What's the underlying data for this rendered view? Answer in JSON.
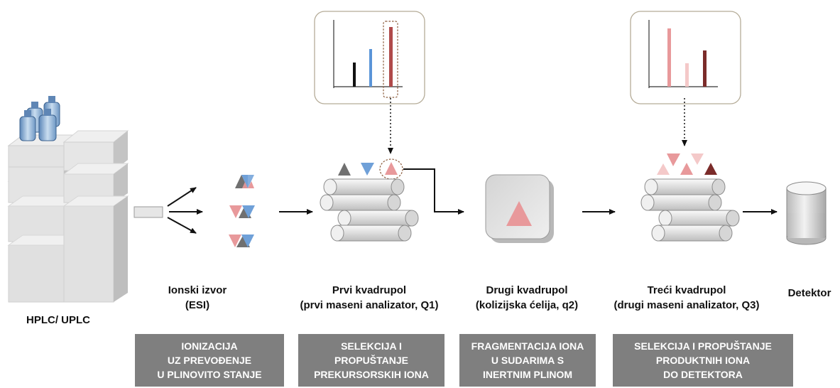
{
  "stages": {
    "hplc": {
      "label": "HPLC/ UPLC"
    },
    "ion_source": {
      "line1": "Ionski izvor",
      "line2": "(ESI)"
    },
    "q1": {
      "line1": "Prvi kvadrupol",
      "line2": "(prvi maseni analizator, Q1)"
    },
    "q2": {
      "line1": "Drugi kvadrupol",
      "line2": "(kolizijska ćelija, q2)"
    },
    "q3": {
      "line1": "Treći kvadrupol",
      "line2": "(drugi maseni analizator, Q3)"
    },
    "detector": {
      "label": "Detektor"
    }
  },
  "process_boxes": [
    {
      "lines": [
        "IONIZACIJA",
        "UZ PREVOĐENJE",
        "U PLINOVITO STANJE"
      ]
    },
    {
      "lines": [
        "SELEKCIJA I",
        "PROPUŠTANJE",
        "PREKURSORSKIH IONA"
      ]
    },
    {
      "lines": [
        "FRAGMENTACIJA IONA",
        "U SUDARIMA S",
        "INERTNIM PLINOM"
      ]
    },
    {
      "lines": [
        "SELEKCIJA I  PROPUŠTANJE",
        "PRODUKTNIH IONA",
        "DO DETEKTORA"
      ]
    }
  ],
  "colors": {
    "process_box": "#7f7f7f",
    "ion_gray": "#707070",
    "ion_blue": "#6fa0d8",
    "ion_pink": "#e8999b",
    "ion_dark_red": "#7b2c2a",
    "ion_light_pink": "#f4c9c9",
    "spectrum_black": "#111111",
    "spectrum_blue": "#5a95d8",
    "spectrum_red": "#b04a4a"
  },
  "spectrum_q1": {
    "peak_colors": [
      "spectrum_black",
      "spectrum_blue",
      "spectrum_red"
    ],
    "selected_peak": 3
  },
  "spectrum_q3": {
    "peak_colors": [
      "ion_pink",
      "ion_light_pink",
      "ion_dark_red"
    ]
  }
}
